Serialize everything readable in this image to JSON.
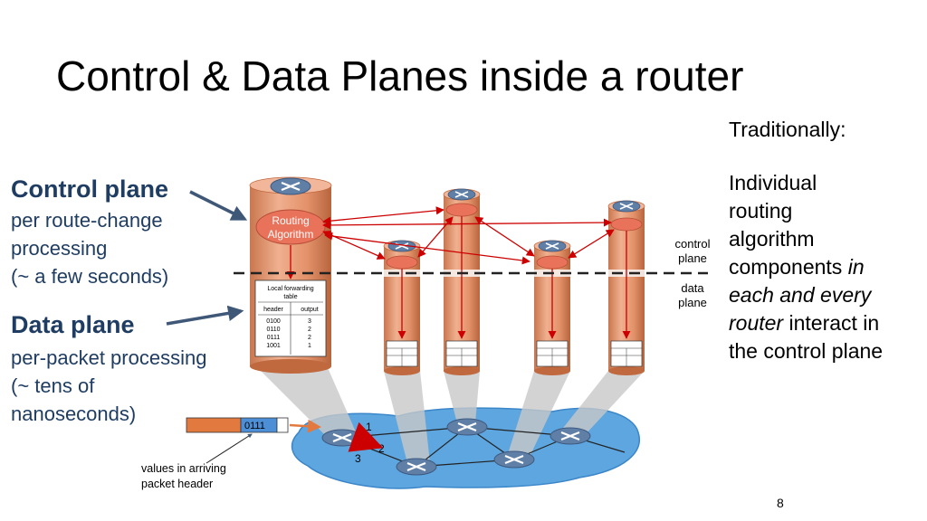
{
  "slide": {
    "title": "Control & Data Planes inside a router",
    "page_number": "8"
  },
  "sidebar_right": {
    "heading": "Traditionally:",
    "line1": "Individual",
    "line2": "routing",
    "line3": "algorithm",
    "line4_plain": "components ",
    "line4_em": "in",
    "line5_em": "each and every",
    "line6_em": "router",
    "line6_plain": " interact in",
    "line7": "the control plane"
  },
  "left_labels": {
    "control_plane_title": "Control plane",
    "control_plane_line1": "per route-change",
    "control_plane_line2": "processing",
    "control_plane_line3": "(~ a few seconds)",
    "data_plane_title": "Data plane",
    "data_plane_line1": "per-packet processing",
    "data_plane_line2": "(~ tens of",
    "data_plane_line3": "nanoseconds)"
  },
  "diagram": {
    "routing_algorithm_line1": "Routing",
    "routing_algorithm_line2": "Algorithm",
    "fwd_table_title_line1": "Local forwarding",
    "fwd_table_title_line2": "table",
    "fwd_table_col_header": "header",
    "fwd_table_col_output": "output",
    "fwd_table_rows": [
      {
        "header": "0100",
        "output": "3"
      },
      {
        "header": "0110",
        "output": "2"
      },
      {
        "header": "0111",
        "output": "2"
      },
      {
        "header": "1001",
        "output": "1"
      }
    ],
    "control_plane_label_1": "control",
    "control_plane_label_2": "plane",
    "data_plane_label_1": "data",
    "data_plane_label_2": "plane",
    "packet_header_value": "0111",
    "packet_caption_line1": "values in arriving",
    "packet_caption_line2": "packet header",
    "port_1": "1",
    "port_2": "2",
    "port_3": "3"
  },
  "colors": {
    "router_body": "#e3926a",
    "router_dark": "#c0683e",
    "title_blue": "#1f3d62",
    "arrow_red": "#cc0000",
    "network_cloud": "#5ea6e0",
    "packet_blue": "#4d8fd6",
    "packet_orange": "#e27a3f"
  }
}
